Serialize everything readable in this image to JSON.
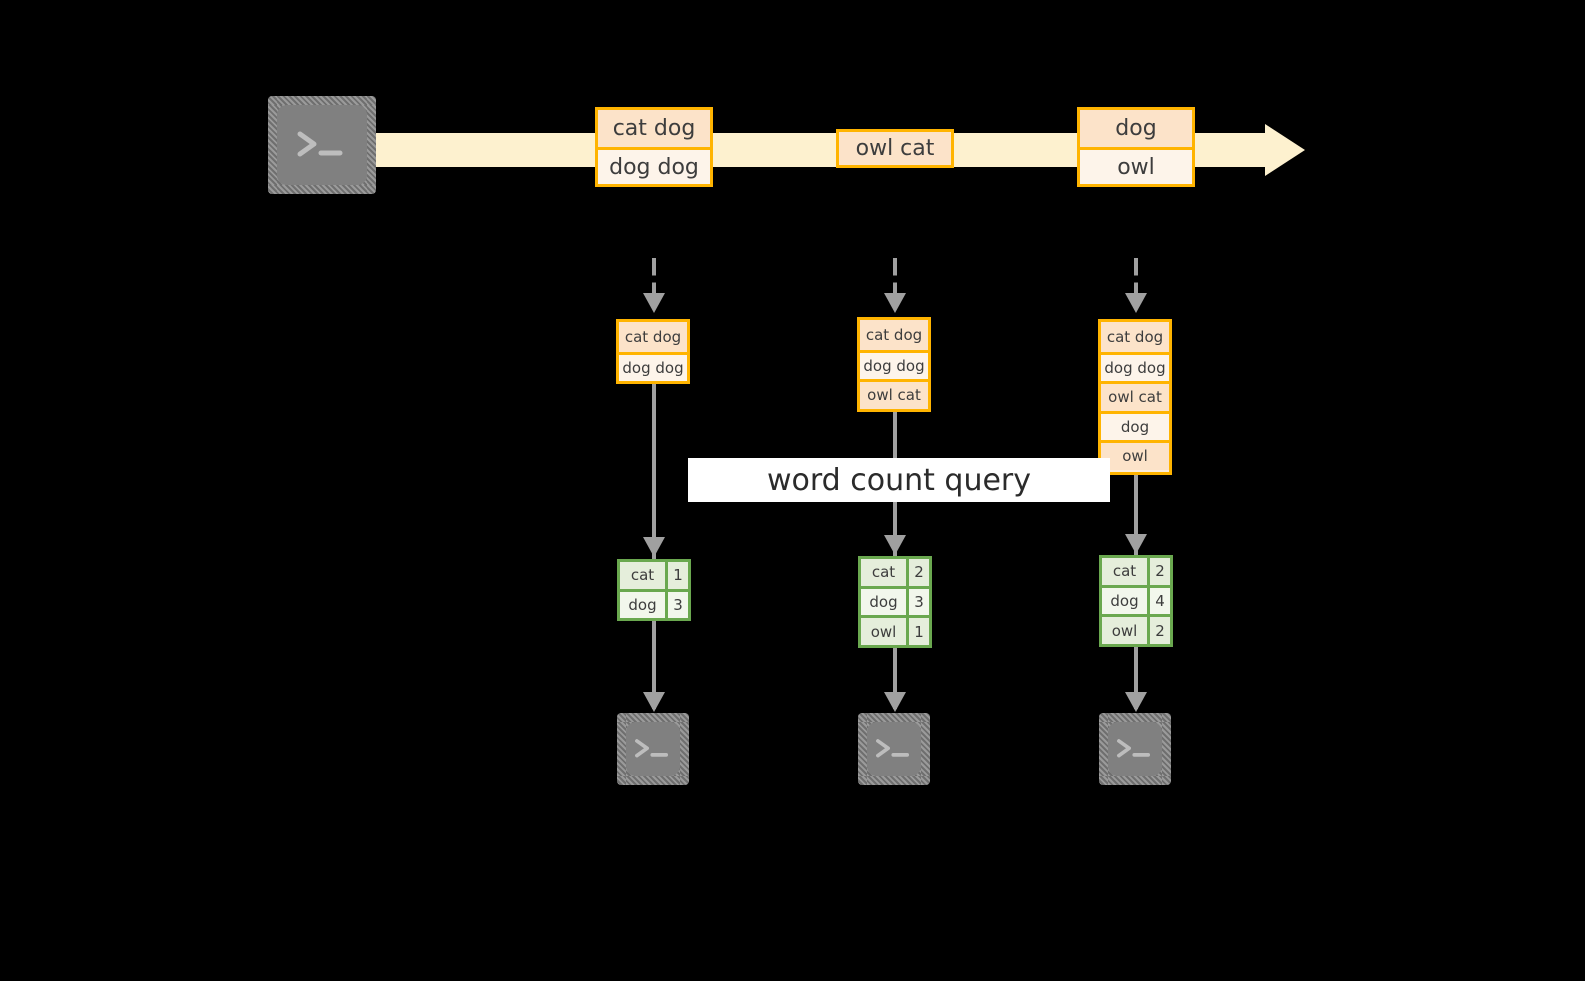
{
  "diagram": {
    "title": "word count streaming query diagram",
    "colors": {
      "background": "#000000",
      "stream_fill": "#fdf1cf",
      "orange_border": "#ffb400",
      "orange_row_dark": "#fce3c9",
      "orange_row_light": "#fdf4ea",
      "green_border": "#6aa84f",
      "green_row_dark": "#e5eedb",
      "green_row_light": "#f2f7ec",
      "connector_gray": "#a0a0a0",
      "terminal_gray": "#808080",
      "label_band": "#ffffff",
      "text": "#3d3d3d"
    }
  },
  "source": {
    "icon": "terminal-prompt-icon",
    "prompt": ">_"
  },
  "stream": {
    "icon": "right-arrow-icon",
    "batches": [
      {
        "lines": [
          "cat dog",
          "dog dog"
        ]
      },
      {
        "lines": [
          "owl cat"
        ]
      },
      {
        "lines": [
          "dog",
          "owl"
        ]
      }
    ]
  },
  "query": {
    "label": "word count query"
  },
  "columns": [
    {
      "id": "column-1",
      "input_table": {
        "rows": [
          "cat dog",
          "dog dog"
        ]
      },
      "result_table": {
        "rows": [
          {
            "word": "cat",
            "count": "1"
          },
          {
            "word": "dog",
            "count": "3"
          }
        ]
      },
      "sink": {
        "icon": "terminal-prompt-icon",
        "prompt": ">_"
      }
    },
    {
      "id": "column-2",
      "input_table": {
        "rows": [
          "cat dog",
          "dog dog",
          "owl cat"
        ]
      },
      "result_table": {
        "rows": [
          {
            "word": "cat",
            "count": "2"
          },
          {
            "word": "dog",
            "count": "3"
          },
          {
            "word": "owl",
            "count": "1"
          }
        ]
      },
      "sink": {
        "icon": "terminal-prompt-icon",
        "prompt": ">_"
      }
    },
    {
      "id": "column-3",
      "input_table": {
        "rows": [
          "cat dog",
          "dog dog",
          "owl cat",
          "dog",
          "owl"
        ]
      },
      "result_table": {
        "rows": [
          {
            "word": "cat",
            "count": "2"
          },
          {
            "word": "dog",
            "count": "4"
          },
          {
            "word": "owl",
            "count": "2"
          }
        ]
      },
      "sink": {
        "icon": "terminal-prompt-icon",
        "prompt": ">_"
      }
    }
  ]
}
